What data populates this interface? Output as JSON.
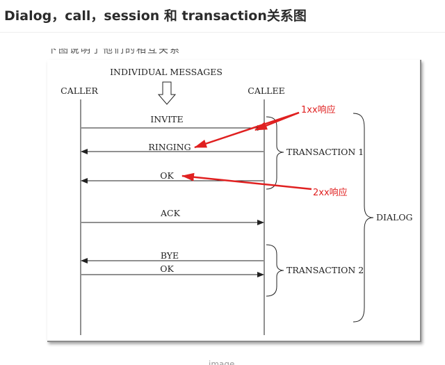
{
  "page": {
    "title": "Dialog，call，session 和 transaction关系图",
    "clipped_text_above": "下图说明了他们的相互关系",
    "caption_below": "image"
  },
  "diagram": {
    "header": "INDIVIDUAL MESSAGES",
    "caller_label": "CALLER",
    "callee_label": "CALLEE",
    "messages": {
      "invite": "INVITE",
      "ringing": "RINGING",
      "ok1": "OK",
      "ack": "ACK",
      "bye": "BYE",
      "ok2": "OK"
    },
    "transaction1": "TRANSACTION 1",
    "transaction2": "TRANSACTION 2",
    "dialog": "DIALOG",
    "annotations": {
      "response_1xx": "1xx响应",
      "response_2xx": "2xx响应"
    },
    "colors": {
      "annotation": "#e02020",
      "line": "#222222"
    }
  }
}
